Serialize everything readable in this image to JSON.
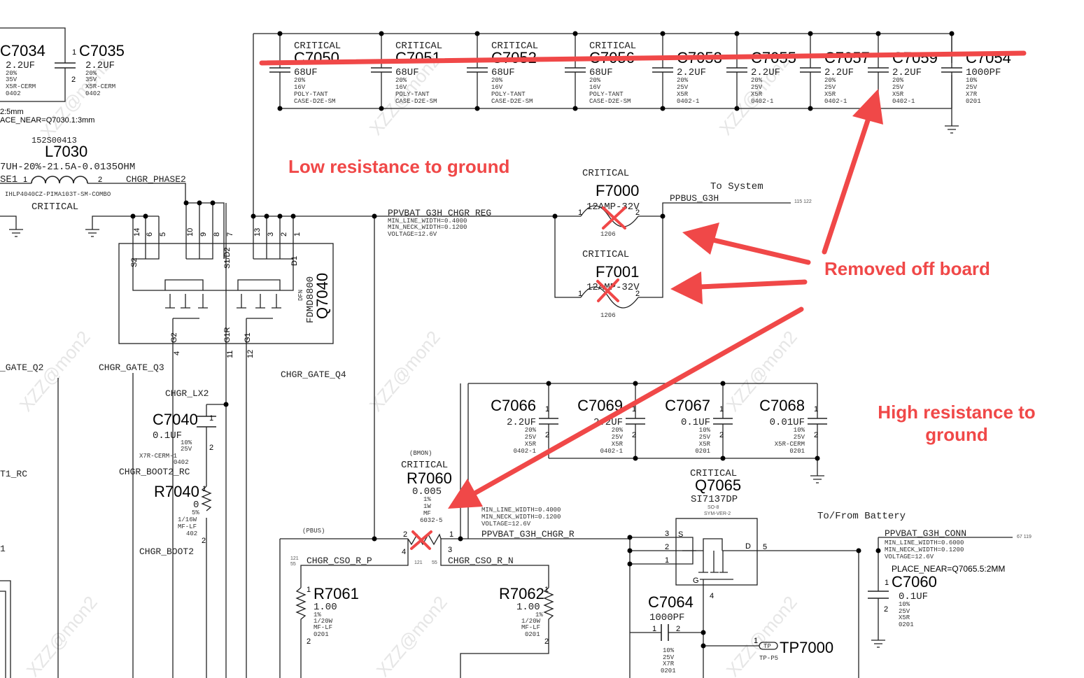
{
  "watermark": "XZZ@mon2",
  "annotations": {
    "low_resistance": "Low resistance to ground",
    "removed": "Removed off board",
    "high_resistance_1": "High resistance to",
    "high_resistance_2": "ground",
    "color": "#f04848"
  },
  "left_caps": {
    "c7034": {
      "ref": "C7034",
      "value": "2.2UF",
      "specs": [
        "20%",
        "35V",
        "X5R-CERM",
        "0402"
      ]
    },
    "c7035": {
      "ref": "C7035",
      "pin1": "1",
      "pin2": "2",
      "value": "2.2UF",
      "specs": [
        "20%",
        "35V",
        "X5R-CERM",
        "0402"
      ]
    },
    "place_note_1": "2:5mm",
    "place_note_2": "ACE_NEAR=Q7030.1:3mm"
  },
  "inductor": {
    "part": "152S00413",
    "ref": "L7030",
    "value": "7UH-20%-21.5A-0.0135OHM",
    "left_net": "SE1",
    "pin1": "1",
    "pin2": "2",
    "right_net": "CHGR_PHASE2",
    "package": "IHLP4040CZ-PIMA103T-SM-COMBO",
    "critical": "CRITICAL"
  },
  "top_caps": [
    {
      "critical": "CRITICAL",
      "ref": "C7050",
      "value": "68UF",
      "specs": [
        "20%",
        "16V",
        "POLY-TANT",
        "CASE-D2E-SM"
      ]
    },
    {
      "critical": "CRITICAL",
      "ref": "C7051",
      "value": "68UF",
      "specs": [
        "20%",
        "16V",
        "POLY-TANT",
        "CASE-D2E-SM"
      ]
    },
    {
      "critical": "CRITICAL",
      "ref": "C7052",
      "value": "68UF",
      "specs": [
        "20%",
        "16V",
        "POLY-TANT",
        "CASE-D2E-SM"
      ]
    },
    {
      "critical": "CRITICAL",
      "ref": "C7056",
      "value": "68UF",
      "specs": [
        "20%",
        "16V",
        "POLY-TANT",
        "CASE-D2E-SM"
      ]
    },
    {
      "ref": "C7053",
      "value": "2.2UF",
      "specs": [
        "20%",
        "25V",
        "X5R",
        "0402-1"
      ]
    },
    {
      "ref": "C7055",
      "value": "2.2UF",
      "specs": [
        "20%",
        "25V",
        "X5R",
        "0402-1"
      ]
    },
    {
      "ref": "C7057",
      "value": "2.2UF",
      "specs": [
        "20%",
        "25V",
        "X5R",
        "0402-1"
      ]
    },
    {
      "ref": "C7059",
      "value": "2.2UF",
      "specs": [
        "20%",
        "25V",
        "X5R",
        "0402-1"
      ]
    },
    {
      "ref": "C7054",
      "value": "1000PF",
      "specs": [
        "10%",
        "25V",
        "X7R",
        "0201"
      ]
    }
  ],
  "q7040": {
    "ref": "Q7040",
    "part": "FDMD8800",
    "pkg": "DFN",
    "pins_top": [
      "14",
      "6",
      "5",
      "10",
      "9",
      "8",
      "7",
      "13",
      "3",
      "2",
      "1"
    ],
    "labels": {
      "s2": "S2",
      "s1d2": "S1/D2",
      "d1": "D1",
      "g2": "G2",
      "g1r": "G1R",
      "g1": "G1"
    },
    "pins_bottom": [
      "4",
      "11",
      "12"
    ]
  },
  "nets": {
    "gate_q2": "_GATE_Q2",
    "gate_q3": "CHGR_GATE_Q3",
    "gate_q4": "CHGR_GATE_Q4",
    "lx2": "CHGR_LX2",
    "boot2_rc": "CHGR_BOOT2_RC",
    "boot2": "CHGR_BOOT2",
    "t1_rc": "T1_RC",
    "left_1": "1",
    "chgr_reg": "PPVBAT_G3H_CHGR_REG",
    "chgr_reg_notes": [
      "MIN_LINE_WIDTH=0.4000",
      "MIN_NECK_WIDTH=0.1200",
      "VOLTAGE=12.6V"
    ],
    "to_system": "To System",
    "ppbus": "PPBUS_G3H",
    "ppbus_pages": "115  122",
    "pbus": "(PBUS)",
    "chgr_r": "PPVBAT_G3H_CHGR_R",
    "chgr_r_notes": [
      "MIN_LINE_WIDTH=0.4000",
      "MIN_NECK_WIDTH=0.1200",
      "VOLTAGE=12.6V"
    ],
    "cso_p": "CHGR_CSO_R_P",
    "cso_n": "CHGR_CSO_R_N",
    "cso_p_pages": [
      "121",
      "55"
    ],
    "cso_n_pages": [
      "121",
      "55"
    ],
    "to_from_battery": "To/From Battery",
    "conn": "PPVBAT_G3H_CONN",
    "conn_notes": [
      "MIN_LINE_WIDTH=0.6000",
      "MIN_NECK_WIDTH=0.1200",
      "VOLTAGE=12.6V"
    ],
    "conn_pages": "67  119"
  },
  "fuses": [
    {
      "critical": "CRITICAL",
      "ref": "F7000",
      "value": "12AMP-32V",
      "pkg": "1206",
      "pin1": "1",
      "pin2": "2"
    },
    {
      "critical": "CRITICAL",
      "ref": "F7001",
      "value": "12AMP-32V",
      "pkg": "1206",
      "pin1": "1",
      "pin2": "2"
    }
  ],
  "c7040": {
    "ref": "C7040",
    "value": "0.1UF",
    "specs": [
      "10%",
      "25V",
      "X7R-CERM-1",
      "0402"
    ],
    "pin1": "1",
    "pin2": "2"
  },
  "r7040": {
    "ref": "R7040",
    "value": "0",
    "specs": [
      "5%",
      "1/16W",
      "MF-LF",
      "402"
    ],
    "pin1": "1",
    "pin2": "2"
  },
  "mid_caps": [
    {
      "ref": "C7066",
      "value": "2.2UF",
      "specs": [
        "20%",
        "25V",
        "X5R",
        "0402-1"
      ]
    },
    {
      "ref": "C7069",
      "value": "2.2UF",
      "specs": [
        "20%",
        "25V",
        "X5R",
        "0402-1"
      ]
    },
    {
      "ref": "C7067",
      "value": "0.1UF",
      "specs": [
        "10%",
        "25V",
        "X5R",
        "0201"
      ]
    },
    {
      "ref": "C7068",
      "value": "0.01UF",
      "specs": [
        "10%",
        "25V",
        "X5R-CERM",
        "0201"
      ]
    }
  ],
  "r7060": {
    "tag": "(BMON)",
    "critical": "CRITICAL",
    "ref": "R7060",
    "value": "0.005",
    "specs": [
      "1%",
      "1W",
      "MF",
      "6032-5"
    ],
    "pins": [
      "2",
      "1",
      "4",
      "3"
    ]
  },
  "r7061": {
    "ref": "R7061",
    "value": "1.00",
    "specs": [
      "1%",
      "1/20W",
      "MF-LF",
      "0201"
    ],
    "pin1": "1",
    "pin2": "2"
  },
  "r7062": {
    "ref": "R7062",
    "value": "1.00",
    "specs": [
      "1%",
      "1/20W",
      "MF-LF",
      "0201"
    ],
    "pin1": "1",
    "pin2": "2"
  },
  "q7065": {
    "critical": "CRITICAL",
    "ref": "Q7065",
    "part": "SI7137DP",
    "pkg": "SO-8",
    "sym": "SYM-VER-2",
    "pins": {
      "s": "S",
      "d": "D",
      "g": "G",
      "p3": "3",
      "p2": "2",
      "p1": "1",
      "p5": "5",
      "p4": "4"
    }
  },
  "c7064": {
    "ref": "C7064",
    "value": "1000PF",
    "specs": [
      "10%",
      "25V",
      "X7R",
      "0201"
    ],
    "pin1": "1",
    "pin2": "2"
  },
  "tp7000": {
    "ref": "TP7000",
    "label": "TP",
    "pkg": "TP-P5",
    "pin": "1"
  },
  "c7060": {
    "place": "PLACE_NEAR=Q7065.5:2MM",
    "ref": "C7060",
    "value": "0.1UF",
    "specs": [
      "10%",
      "25V",
      "X5R",
      "0201"
    ],
    "pin1": "1",
    "pin2": "2"
  }
}
